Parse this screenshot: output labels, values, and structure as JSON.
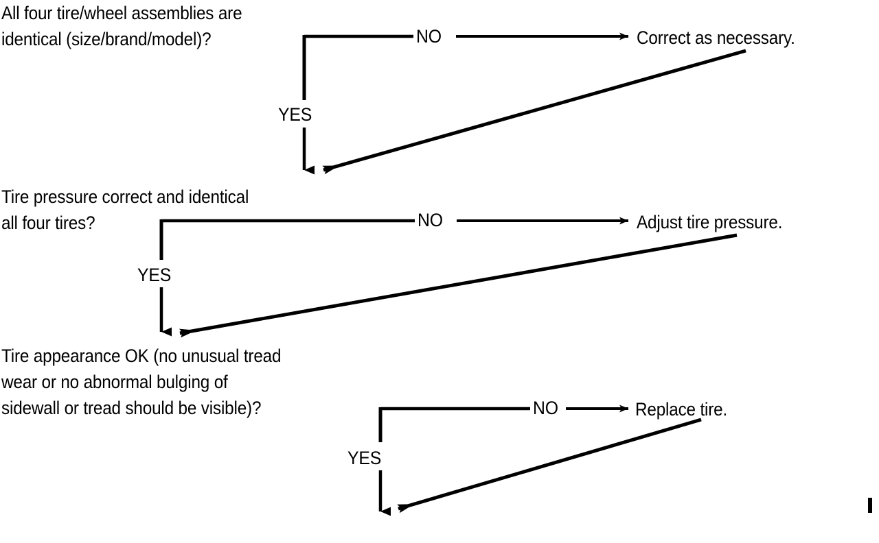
{
  "diagram": {
    "title": "Tire and wheel inspection decision flowchart",
    "line_color": "#000000",
    "background_color": "#ffffff",
    "text_color": "#000000"
  },
  "steps": [
    {
      "id": "step-1",
      "question": "All four tire/wheel assemblies are\nidentical (size/brand/model)?",
      "no_label": "NO",
      "yes_label": "YES",
      "action": "Correct as necessary."
    },
    {
      "id": "step-2",
      "question": "Tire pressure correct and identical\nall four tires?",
      "no_label": "NO",
      "yes_label": "YES",
      "action": "Adjust tire pressure."
    },
    {
      "id": "step-3",
      "question": "Tire appearance OK (no unusual tread\nwear or no abnormal bulging of\nsidewall or tread should be visible)?",
      "no_label": "NO",
      "yes_label": "YES",
      "action": "Replace tire."
    }
  ]
}
